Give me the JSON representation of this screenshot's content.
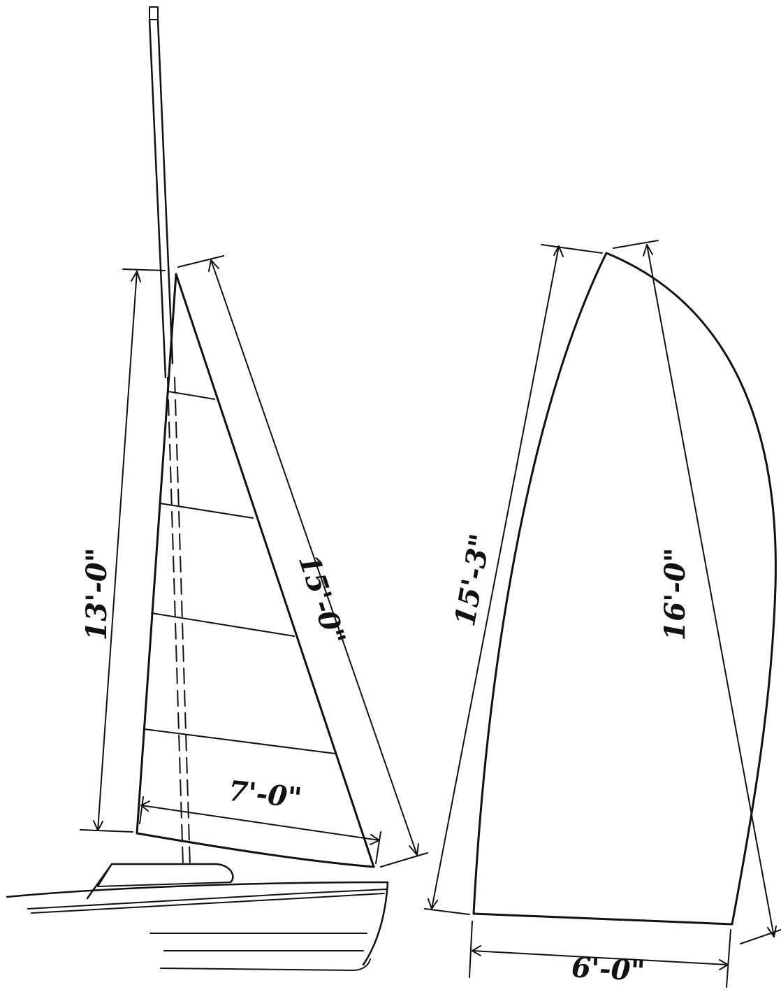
{
  "diagram": {
    "colors": {
      "ink": "#111111",
      "paper": "#ffffff"
    },
    "main_sail": {
      "luff_label": "13'-0\"",
      "leech_label": "15'-0\"",
      "foot_label": "7'-0\""
    },
    "spinnaker_sail": {
      "left_edge_label": "15'-3\"",
      "right_edge_label": "16'-0\"",
      "foot_label": "6'-0\""
    }
  }
}
